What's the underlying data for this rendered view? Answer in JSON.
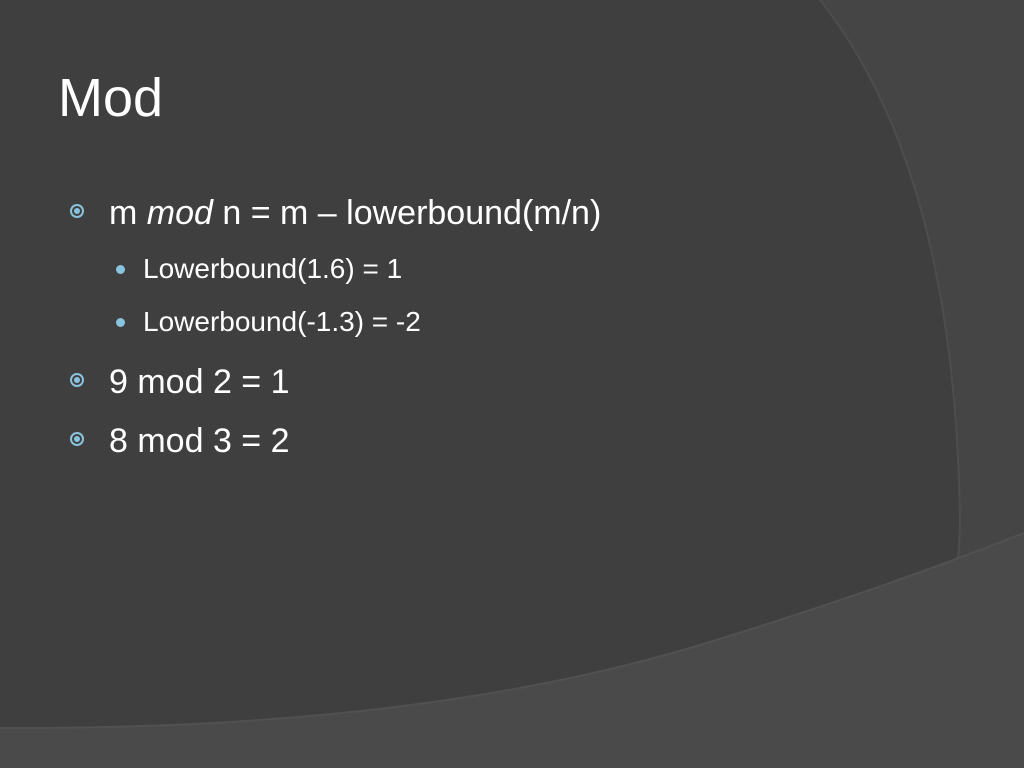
{
  "slide": {
    "title": "Mod",
    "bullets": [
      {
        "level": 1,
        "parts": [
          "m ",
          "mod",
          " n = m – lowerbound(m/n)"
        ]
      },
      {
        "level": 2,
        "text": "Lowerbound(1.6) = 1"
      },
      {
        "level": 2,
        "text": "Lowerbound(-1.3) = -2"
      },
      {
        "level": 1,
        "text": "9 mod 2 = 1"
      },
      {
        "level": 1,
        "text": "8 mod 3 = 2"
      }
    ]
  },
  "colors": {
    "background": "#3d3d3d",
    "text": "#ffffff",
    "bullet_accent": "#89c4df"
  },
  "icons": {
    "level1_bullet": "ring-bullet-icon",
    "level2_bullet": "dot-bullet-icon"
  }
}
